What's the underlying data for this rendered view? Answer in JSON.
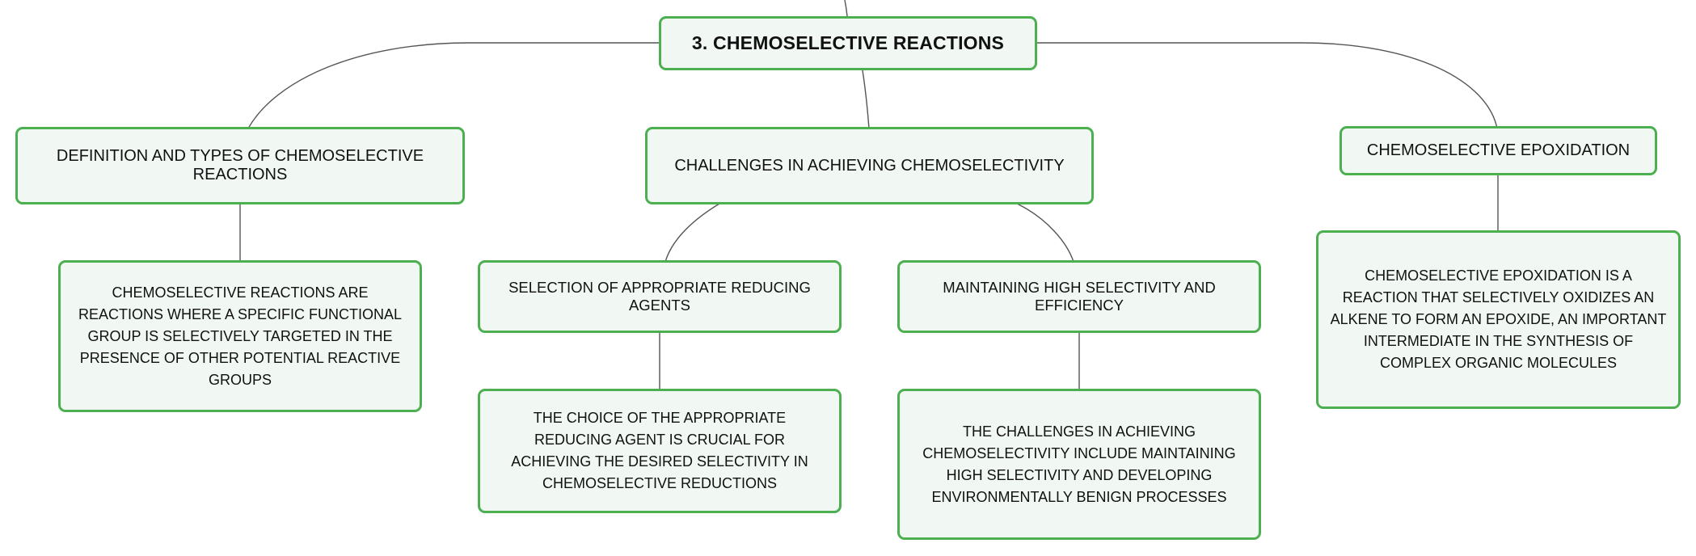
{
  "mindmap": {
    "root": {
      "label": "3. CHEMOSELECTIVE REACTIONS"
    },
    "branches": [
      {
        "label": "DEFINITION AND TYPES OF CHEMOSELECTIVE REACTIONS",
        "detail": "CHEMOSELECTIVE REACTIONS ARE REACTIONS WHERE A SPECIFIC FUNCTIONAL GROUP IS SELECTIVELY TARGETED IN THE PRESENCE OF OTHER POTENTIAL REACTIVE GROUPS"
      },
      {
        "label": "CHALLENGES IN ACHIEVING CHEMOSELECTIVITY",
        "children": [
          {
            "label": "SELECTION OF APPROPRIATE REDUCING AGENTS",
            "detail": "THE CHOICE OF THE APPROPRIATE REDUCING AGENT IS CRUCIAL FOR ACHIEVING THE DESIRED SELECTIVITY IN CHEMOSELECTIVE REDUCTIONS"
          },
          {
            "label": "MAINTAINING HIGH SELECTIVITY AND EFFICIENCY",
            "detail": "THE CHALLENGES IN ACHIEVING CHEMOSELECTIVITY INCLUDE MAINTAINING HIGH SELECTIVITY AND DEVELOPING ENVIRONMENTALLY BENIGN PROCESSES"
          }
        ]
      },
      {
        "label": "CHEMOSELECTIVE EPOXIDATION",
        "detail": "CHEMOSELECTIVE EPOXIDATION IS A REACTION THAT SELECTIVELY OXIDIZES AN ALKENE TO FORM AN EPOXIDE, AN IMPORTANT INTERMEDIATE IN THE SYNTHESIS OF COMPLEX ORGANIC MOLECULES"
      }
    ]
  },
  "colors": {
    "node_border": "#4caf50",
    "node_fill": "#f1f8f3",
    "connector": "#555555",
    "text": "#111111"
  }
}
